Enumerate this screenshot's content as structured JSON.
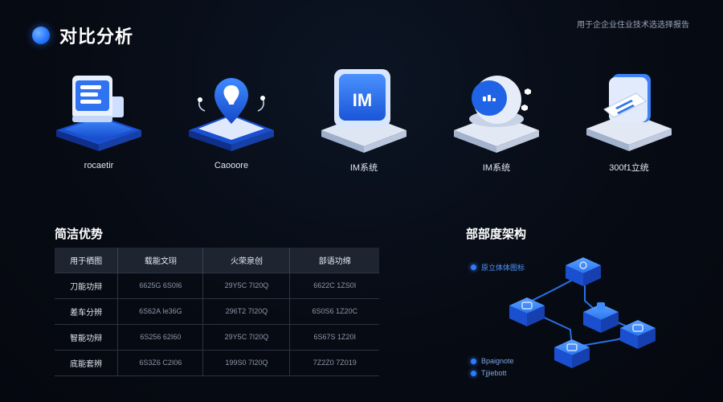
{
  "header": {
    "title": "对比分析",
    "subtitle": "用于企企业住业技术选选择报告"
  },
  "icons": [
    {
      "name": "document-platform-icon",
      "label": "rocaetir"
    },
    {
      "name": "location-pin-icon",
      "label": "Caooore"
    },
    {
      "name": "im-chat-icon",
      "label": "IM系统"
    },
    {
      "name": "chat-bubble-icon",
      "label": "IM系统"
    },
    {
      "name": "message-card-icon",
      "label": "300f1立统"
    }
  ],
  "table_section": {
    "title": "简洁优势",
    "headers": [
      "用于栖图",
      "载能文珝",
      "火荣泉创",
      "部语功绵"
    ],
    "rows": [
      [
        "刀能功辩",
        "6625G 6S0I6",
        "29Y5C 7I20Q",
        "6622C 1ZS0I"
      ],
      [
        "差车分辨",
        "6S62A Ie36G",
        "296T2 7I20Q",
        "6S0S6 1Z20C"
      ],
      [
        "智能功辩",
        "6S256 62I60",
        "29Y5C 7I20Q",
        "6S67S 1Z20I"
      ],
      [
        "底能套辨",
        "6S3Z6 C2I06",
        "199S0 7I20Q",
        "7Z2Z0 7Z019"
      ]
    ]
  },
  "arch_section": {
    "title": "部部度架构",
    "legend": [
      "原立体体图标",
      "Bpaignote",
      "Tjjiebott"
    ]
  },
  "colors": {
    "accent": "#2b78ff",
    "background": "#070b14",
    "table_header": "#1e2530"
  }
}
